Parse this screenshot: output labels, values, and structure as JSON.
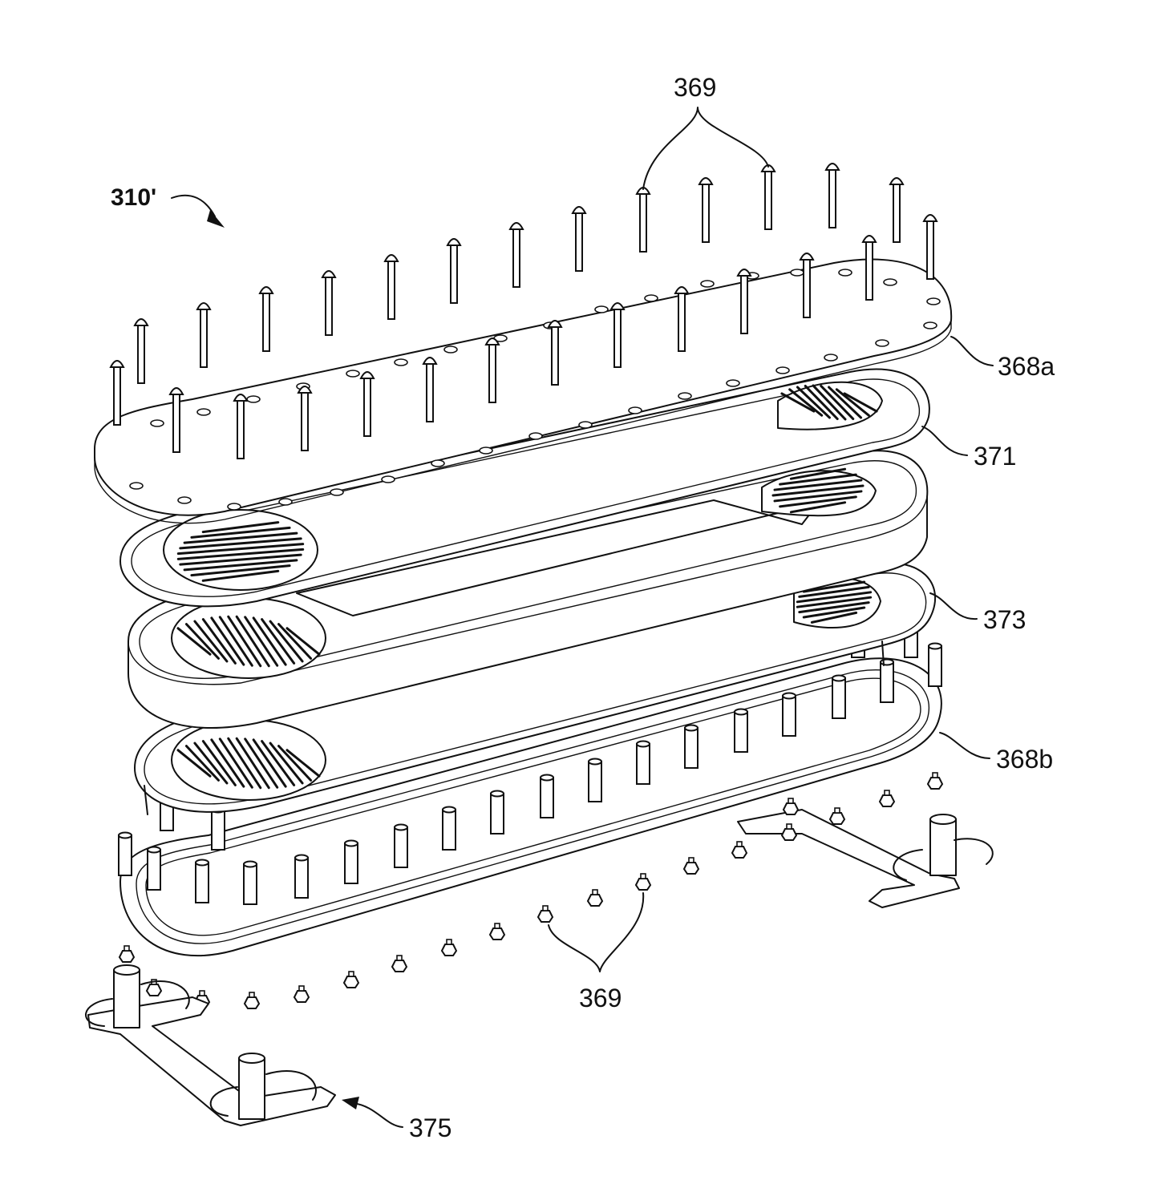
{
  "figure": {
    "ref_main": "310'",
    "labels": {
      "pins_top": "369",
      "pins_bottom": "369",
      "plate_top": "368a",
      "plate_371": "371",
      "plate_373": "373",
      "plate_bottom": "368b",
      "stand": "375"
    }
  }
}
